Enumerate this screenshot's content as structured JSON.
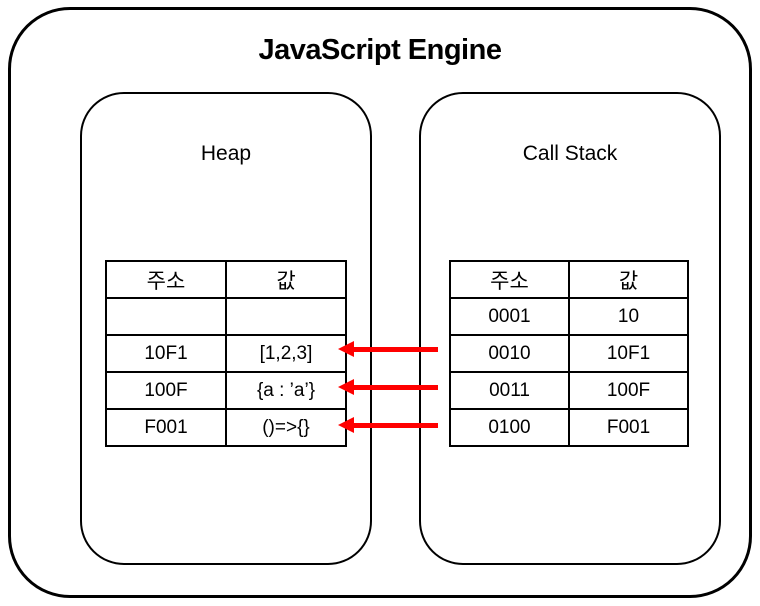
{
  "title": "JavaScript Engine",
  "colors": {
    "line": "#000000",
    "arrow": "#ff0000",
    "background": "#ffffff"
  },
  "heap": {
    "label": "Heap",
    "table": {
      "headers": [
        "주소",
        "값"
      ],
      "rows": [
        [
          "",
          ""
        ],
        [
          "10F1",
          "[1,2,3]"
        ],
        [
          "100F",
          "{a : ’a’}"
        ],
        [
          "F001",
          "()=>{}"
        ]
      ]
    }
  },
  "call_stack": {
    "label": "Call Stack",
    "table": {
      "headers": [
        "주소",
        "값"
      ],
      "rows": [
        [
          "0001",
          "10"
        ],
        [
          "0010",
          "10F1"
        ],
        [
          "0011",
          "100F"
        ],
        [
          "0100",
          "F001"
        ]
      ]
    }
  },
  "arrows": [
    {
      "from": "0010",
      "to": "10F1",
      "direction": "left"
    },
    {
      "from": "0011",
      "to": "100F",
      "direction": "left"
    },
    {
      "from": "0100",
      "to": "F001",
      "direction": "left"
    }
  ]
}
